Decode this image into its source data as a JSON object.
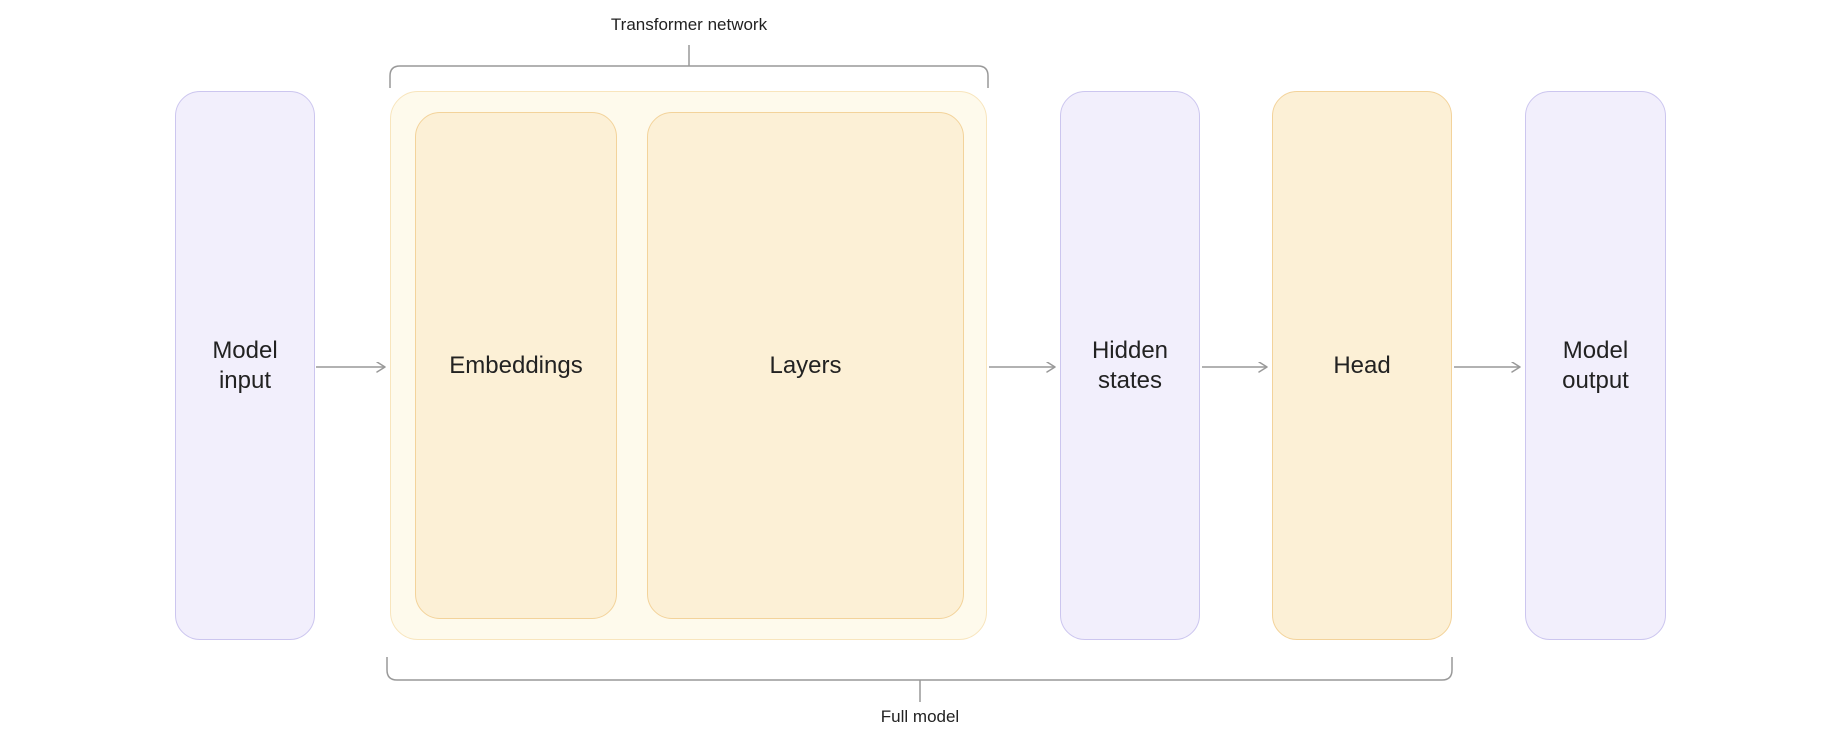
{
  "diagram": {
    "nodes": {
      "model_input": {
        "label": "Model\ninput"
      },
      "embeddings": {
        "label": "Embeddings"
      },
      "layers": {
        "label": "Layers"
      },
      "hidden_states": {
        "label": "Hidden\nstates"
      },
      "head": {
        "label": "Head"
      },
      "model_output": {
        "label": "Model\noutput"
      }
    },
    "groups": {
      "transformer_network": {
        "label": "Transformer network"
      },
      "full_model": {
        "label": "Full model"
      }
    },
    "colors": {
      "io_fill": "#f2effc",
      "io_border": "#ccc6ef",
      "part_fill": "#fcf0d6",
      "part_border": "#f3d39b",
      "group_fill": "#fefaec",
      "group_border": "#f8e5bd",
      "line": "#999999",
      "text": "#222222",
      "background": "#ffffff"
    }
  }
}
